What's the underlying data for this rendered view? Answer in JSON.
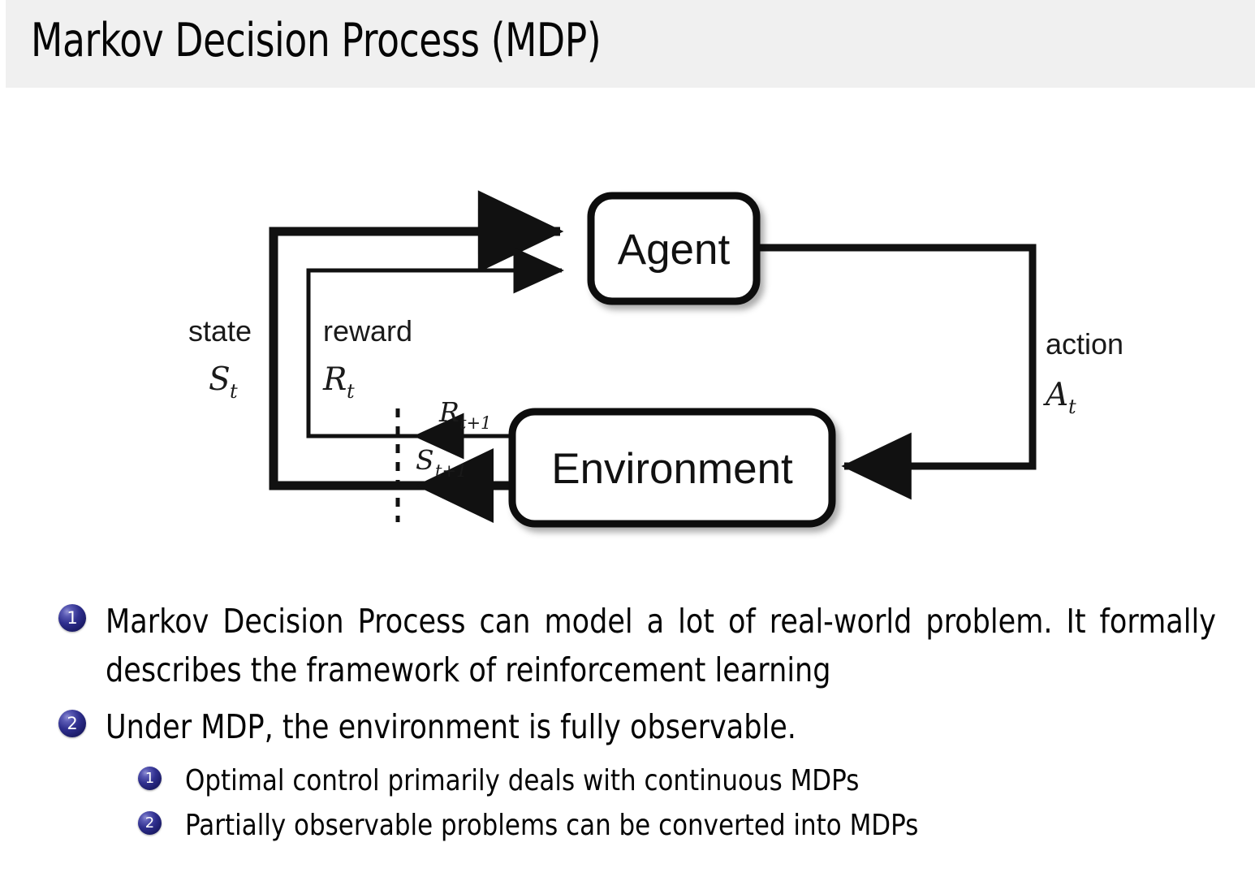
{
  "slide": {
    "title": "Markov Decision Process (MDP)",
    "header_bg": "#f0f0f0",
    "text_color": "#050505",
    "bullet_color": "#2f2f8e"
  },
  "diagram": {
    "name": "agent-environment-interaction-loop",
    "boxes": [
      {
        "id": "agent",
        "label": "Agent"
      },
      {
        "id": "environment",
        "label": "Environment"
      }
    ],
    "edge_labels": {
      "state_word": "state",
      "state_sym": "S",
      "state_sym_sub": "t",
      "reward_word": "reward",
      "reward_sym": "R",
      "reward_sym_sub": "t",
      "action_word": "action",
      "action_sym": "A",
      "action_sym_sub": "t",
      "next_reward_sym": "R",
      "next_reward_sym_sub": "t+1",
      "next_state_sym": "S",
      "next_state_sym_sub": "t+1"
    }
  },
  "bullets": [
    {
      "number": "1",
      "text": "Markov Decision Process can model a lot of real-world problem. It formally describes the framework of reinforcement learning",
      "children": []
    },
    {
      "number": "2",
      "text": "Under MDP, the environment is fully observable.",
      "children": [
        {
          "number": "1",
          "text": "Optimal control primarily deals with continuous MDPs"
        },
        {
          "number": "2",
          "text": "Partially observable problems can be converted into MDPs"
        }
      ]
    }
  ]
}
